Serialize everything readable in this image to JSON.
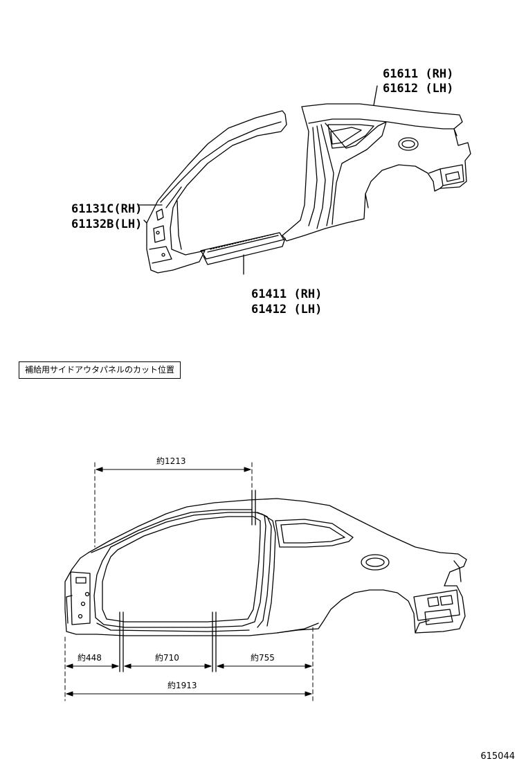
{
  "parts": [
    {
      "number": "61611",
      "side": "(RH)"
    },
    {
      "number": "61612",
      "side": "(LH)"
    },
    {
      "number": "61131C",
      "side": "(RH)"
    },
    {
      "number": "61132B",
      "side": "(LH)"
    },
    {
      "number": "61411",
      "side": "(RH)"
    },
    {
      "number": "61412",
      "side": "(LH)"
    }
  ],
  "section_title": "補給用サイドアウタパネルのカット位置",
  "dimensions": {
    "top": "約1213",
    "front": "約448",
    "middle": "約710",
    "rear": "約755",
    "total": "約1913"
  },
  "ref_code": "615044"
}
